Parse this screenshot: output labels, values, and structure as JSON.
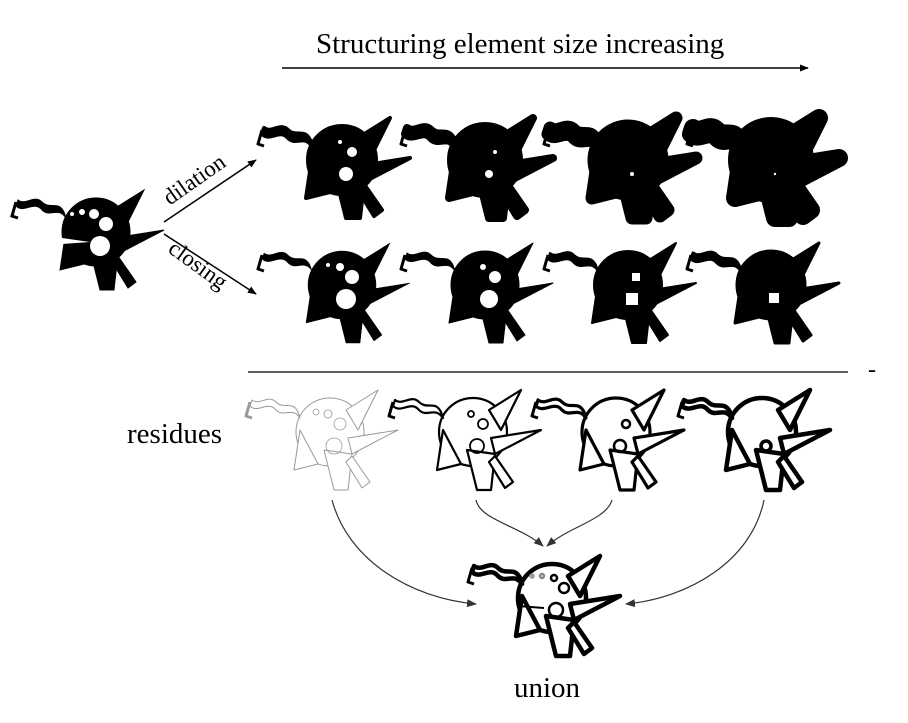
{
  "diagram": {
    "title": "Structuring element size increasing",
    "dilation_label": "dilation",
    "closing_label": "closing",
    "residues_label": "residues",
    "union_label": "union",
    "minus_sign": "-",
    "colors": {
      "ink": "#000000",
      "background": "#ffffff",
      "faint_outline": "#9a9a9a"
    },
    "levels": [
      {
        "step": 1,
        "dilation_growth": 4,
        "closing_growth": 0,
        "residue_stroke": 1
      },
      {
        "step": 2,
        "dilation_growth": 8,
        "closing_growth": 1,
        "residue_stroke": 2.2
      },
      {
        "step": 3,
        "dilation_growth": 13,
        "closing_growth": 2,
        "residue_stroke": 3.2
      },
      {
        "step": 4,
        "dilation_growth": 18,
        "closing_growth": 3,
        "residue_stroke": 4.5
      }
    ]
  }
}
